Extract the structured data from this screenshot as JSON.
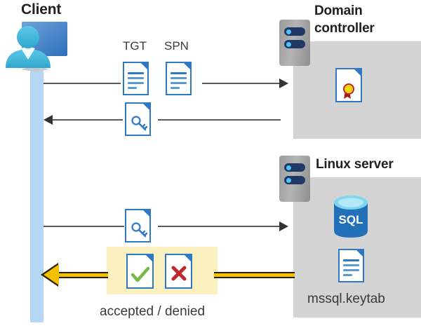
{
  "diagram": {
    "title_client": "Client",
    "title_domain_controller": "Domain controller",
    "title_linux_server": "Linux server",
    "labels": {
      "tgt": "TGT",
      "spn": "SPN",
      "keytab_file": "mssql.keytab",
      "accepted_denied": "accepted / denied"
    },
    "icons": {
      "client": "client-workstation-icon",
      "dc_server": "server-rack-icon",
      "linux_server": "server-rack-icon",
      "tgt_document": "document-icon",
      "spn_document": "document-icon",
      "ticket_key_document": "document-key-icon",
      "request_key_document": "document-key-icon",
      "certificate": "certificate-document-icon",
      "sql_database": "sql-database-icon",
      "keytab_document": "document-icon",
      "accepted_document": "document-check-icon",
      "denied_document": "document-x-icon"
    },
    "flows": [
      {
        "name": "client-to-dc-request",
        "direction": "right"
      },
      {
        "name": "dc-to-client-ticket",
        "direction": "left"
      },
      {
        "name": "client-to-linux-request",
        "direction": "right"
      },
      {
        "name": "linux-to-client-response",
        "direction": "left"
      }
    ],
    "colors": {
      "accent_blue": "#2f78c4",
      "panel_gray": "#d4d4d4",
      "lifeline_blue": "#b6d7f4",
      "highlight_yellow": "#fbf0c0",
      "gold_arrow": "#f2c200",
      "check_green": "#76bb45",
      "x_red": "#c0282d",
      "seal_yellow": "#f5d60a",
      "sql_blue": "#2170b8"
    }
  }
}
